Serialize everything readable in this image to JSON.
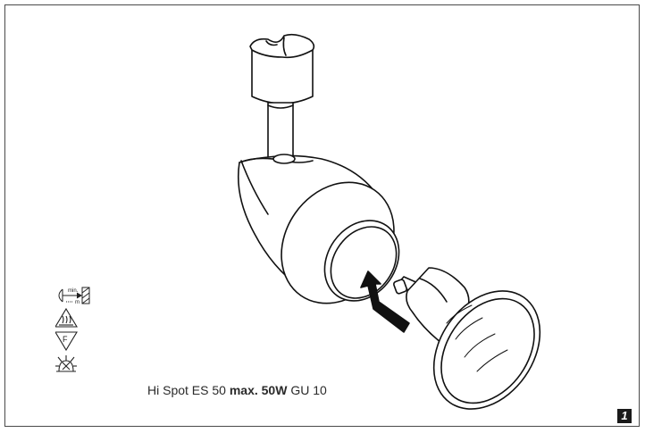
{
  "figure": {
    "page_number": "1",
    "caption": {
      "model": "Hi Spot ES 50",
      "wattage": "max. 50W",
      "socket": "GU 10"
    },
    "symbols": {
      "min_distance_label_top": "min.",
      "min_distance_label_bottom": "m",
      "fire_rated_letter": "F"
    },
    "icons": [
      "min-distance-icon",
      "heat-warning-icon",
      "f-mark-icon",
      "lamp-icon"
    ]
  }
}
